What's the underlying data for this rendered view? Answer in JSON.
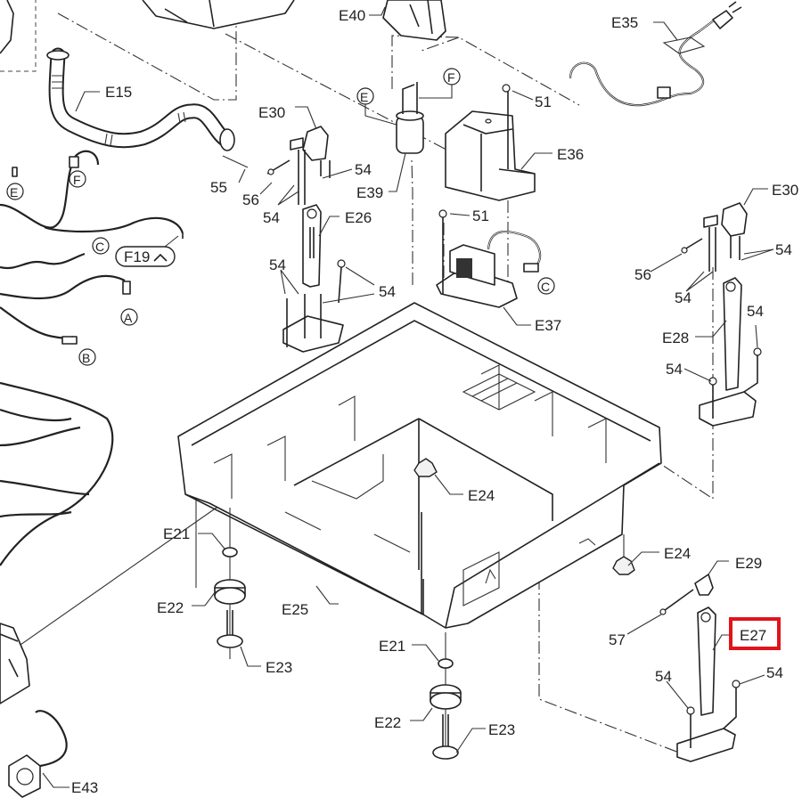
{
  "diagram": {
    "highlight_color": "#e0141b",
    "highlighted_part": "E27",
    "part_labels": {
      "e15": "E15",
      "e35": "E35",
      "e40": "E40",
      "e36": "E36",
      "e37": "E37",
      "e39": "E39",
      "e26": "E26",
      "e25": "E25",
      "e24_center": "E24",
      "e24_right": "E24",
      "e21_left": "E21",
      "e21_center": "E21",
      "e22_left": "E22",
      "e22_center": "E22",
      "e23_left": "E23",
      "e23_center": "E23",
      "e27": "E27",
      "e28": "E28",
      "e29": "E29",
      "e30_left": "E30",
      "e30_right": "E30",
      "e43": "E43"
    },
    "screw_labels": {
      "s51_top": "51",
      "s51_mid": "51",
      "s54_a": "54",
      "s54_b": "54",
      "s54_c": "54",
      "s54_d": "54",
      "s54_e": "54",
      "s54_f": "54",
      "s54_g": "54",
      "s54_h": "54",
      "s54_i": "54",
      "s54_j": "54",
      "s55": "55",
      "s56_left": "56",
      "s56_right": "56",
      "s57": "57"
    },
    "connector_markers": {
      "e_left": "E",
      "f_left": "F",
      "c_left": "C",
      "a": "A",
      "b": "B",
      "e_center": "E",
      "f_center": "F",
      "c_right": "C"
    },
    "reference_tag": "F19",
    "reference_arrow": "^"
  }
}
